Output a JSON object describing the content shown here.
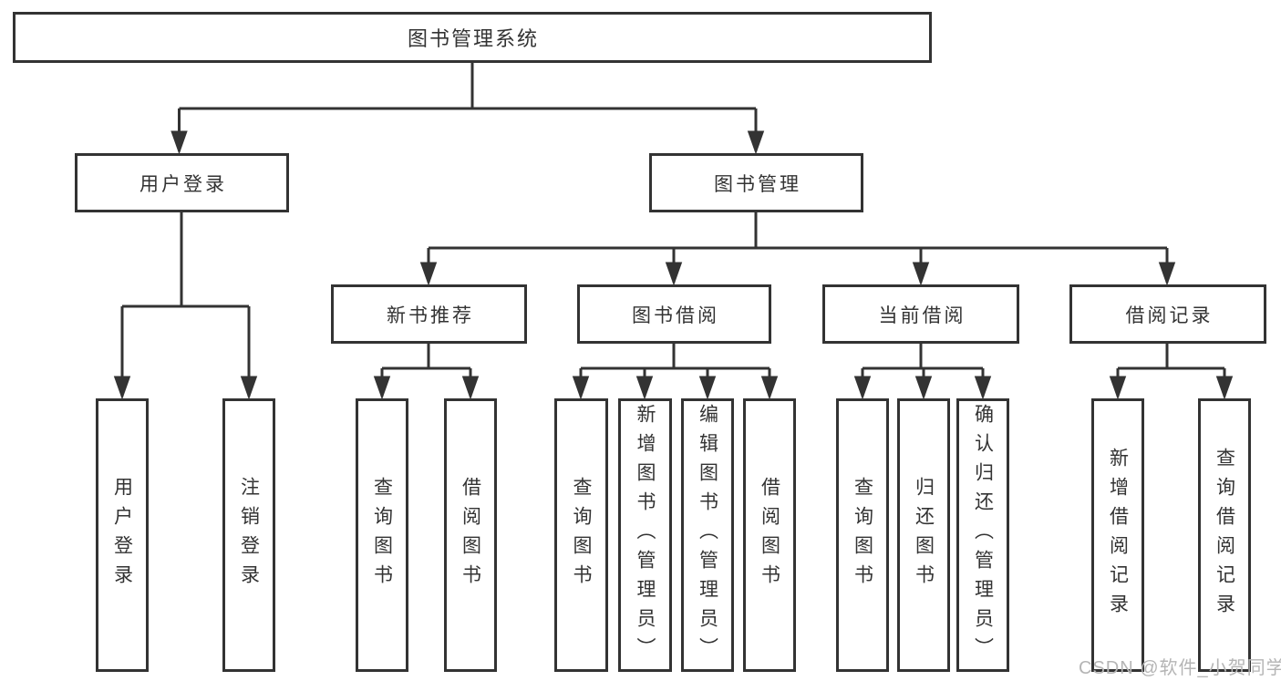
{
  "nodes": {
    "root": "图书管理系统",
    "level2": [
      {
        "label": "用户登录"
      },
      {
        "label": "图书管理"
      }
    ],
    "level3": [
      {
        "label": "新书推荐"
      },
      {
        "label": "图书借阅"
      },
      {
        "label": "当前借阅"
      },
      {
        "label": "借阅记录"
      }
    ],
    "leaves": {
      "user_login": [
        "用户登录",
        "注销登录"
      ],
      "new_book": [
        "查询图书",
        "借阅图书"
      ],
      "book_borrow": [
        "查询图书",
        "新增图书（管理员）",
        "编辑图书（管理员）",
        "借阅图书"
      ],
      "current_borrow": [
        "查询图书",
        "归还图书",
        "确认归还（管理员）"
      ],
      "borrow_record": [
        "新增借阅记录",
        "查询借阅记录"
      ]
    }
  },
  "watermark": {
    "text": "CSDN @软件_小贺同学"
  },
  "colors": {
    "line": "#333333",
    "text": "#333333",
    "watermark": "#b5b5b5",
    "background": "#ffffff"
  }
}
